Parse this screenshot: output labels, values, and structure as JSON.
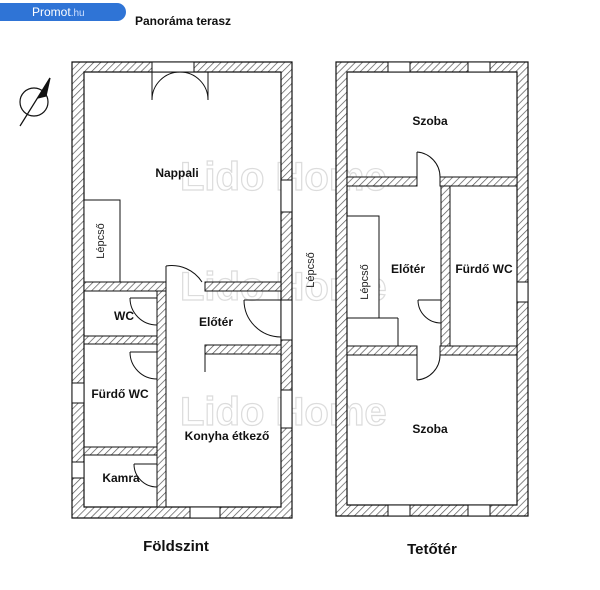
{
  "badge": {
    "main": "Promot",
    "sub": ".hu"
  },
  "labels": {
    "terrace": "Panoráma terasz",
    "ground_living": "Nappali",
    "ground_stairs": "Lépcső",
    "ground_wc": "WC",
    "ground_hall": "Előtér",
    "ground_bath": "Fürdő WC",
    "ground_kitchen": "Konyha étkező",
    "ground_pantry": "Kamra",
    "between_stairs": "Lépcső",
    "attic_room_top": "Szoba",
    "attic_stairs": "Lépcső",
    "attic_hall": "Előtér",
    "attic_bath": "Fürdő WC",
    "attic_room_bottom": "Szoba"
  },
  "floors": {
    "ground": "Földszint",
    "attic": "Tetőtér"
  },
  "watermark": "Lido Home",
  "colors": {
    "wall_hatch": "#555555",
    "line": "#111111",
    "badge": "#2f74d6"
  },
  "icons": {
    "north_arrow": "compass-north-icon"
  }
}
